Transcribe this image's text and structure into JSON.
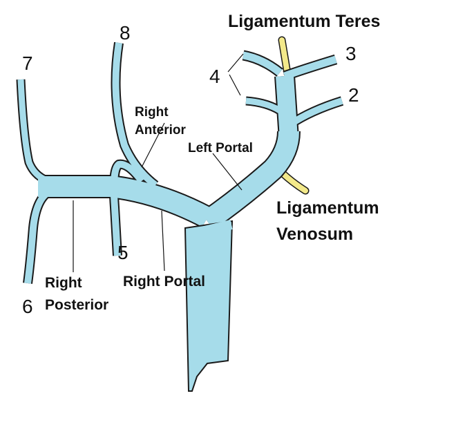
{
  "colors": {
    "vessel": "#a6dcea",
    "outline": "#1a1a1a",
    "ligament": "#f3e98a"
  },
  "labels": {
    "ligamentum_teres": "Ligamentum Teres",
    "ligamentum_venosum_1": "Ligamentum",
    "ligamentum_venosum_2": "Venosum",
    "right_anterior_1": "Right",
    "right_anterior_2": "Anterior",
    "left_portal": "Left Portal",
    "right_portal": "Right Portal",
    "right_posterior_1": "Right",
    "right_posterior_2": "Posterior"
  },
  "segments": {
    "s2": "2",
    "s3": "3",
    "s4": "4",
    "s5": "5",
    "s6": "6",
    "s7": "7",
    "s8": "8"
  }
}
